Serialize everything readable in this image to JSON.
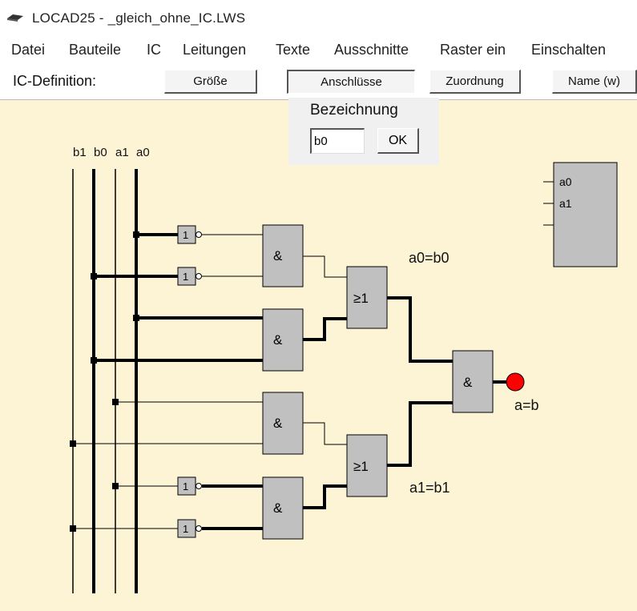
{
  "window": {
    "title": "LOCAD25  -  _gleich_ohne_IC.LWS",
    "icon": "chip-icon"
  },
  "menu": {
    "items": [
      {
        "label": "Datei"
      },
      {
        "label": "Bauteile"
      },
      {
        "label": "IC"
      },
      {
        "label": "Leitungen"
      },
      {
        "label": "Texte"
      },
      {
        "label": "Ausschnitte"
      },
      {
        "label": "Raster ein"
      },
      {
        "label": "Einschalten"
      }
    ]
  },
  "toolbar": {
    "label": "IC-Definition:",
    "buttons": [
      {
        "label": "Größe"
      },
      {
        "label": "Anschlüsse"
      },
      {
        "label": "Zuordnung"
      },
      {
        "label": "Name  (w)"
      }
    ]
  },
  "popup": {
    "heading": "Bezeichnung",
    "input_value": "b0",
    "ok_label": "OK"
  },
  "circuit": {
    "bus_labels": [
      "b1",
      "b0",
      "a1",
      "a0"
    ],
    "inverter_label": "1",
    "and_label": "&",
    "or_label": "≥1",
    "annotations": {
      "eq0": "a0=b0",
      "eq1": "a1=b1",
      "out": "a=b"
    },
    "ic_pins": [
      "a0",
      "a1"
    ],
    "colors": {
      "gate": "#c0c0c0",
      "output_led": "#ff0000",
      "background": "#fdf4d6"
    }
  }
}
